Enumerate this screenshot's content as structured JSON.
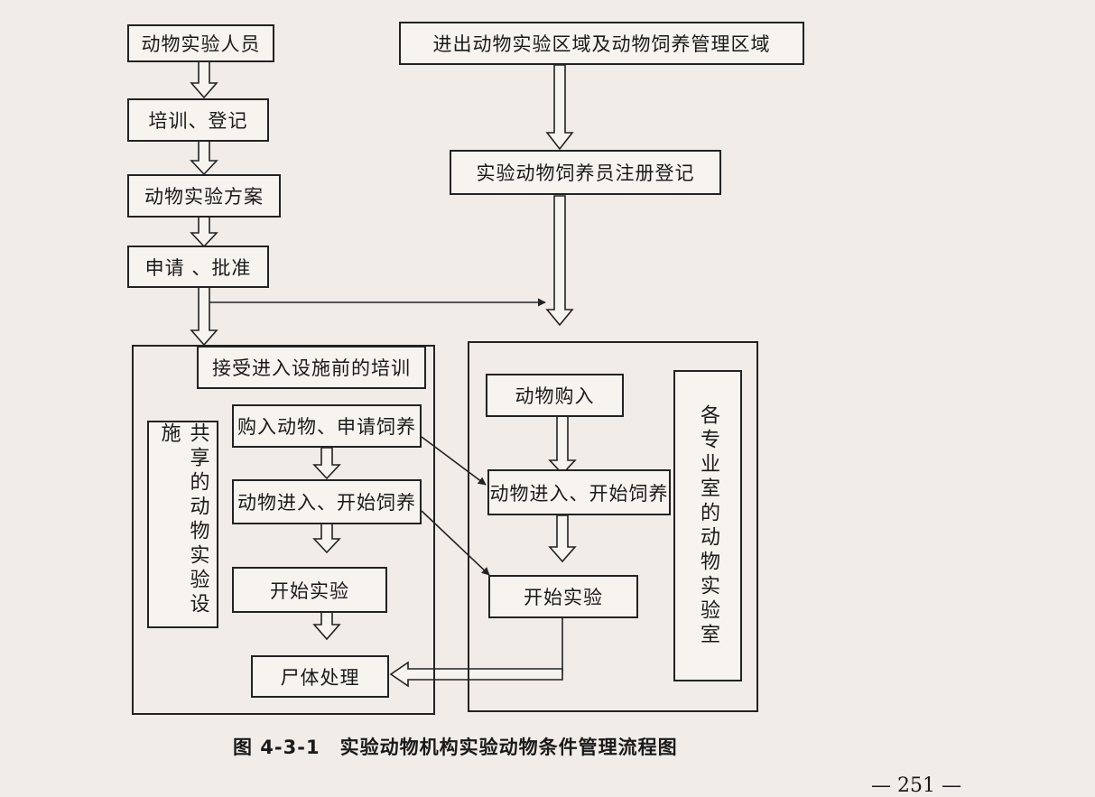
{
  "left_column": {
    "personnel": "动物实验人员",
    "training_registration": "培训、登记",
    "protocol": "动物实验方案",
    "apply_approve": "申请 、批准"
  },
  "top_right": {
    "area_management": "进出动物实验区域及动物饲养管理区域",
    "keeper_registration": "实验动物饲养员注册登记"
  },
  "shared_facility": {
    "pre_entry_training": "接受进入设施前的培训",
    "title": "共享的动物实验设施",
    "purchase_apply": "购入动物、申请饲养",
    "enter_start_feeding": "动物进入、开始饲养",
    "start_experiment": "开始实验",
    "carcass_disposal": "尸体处理"
  },
  "departmental_lab": {
    "title": "各专业室的动物实验室",
    "purchase": "动物购入",
    "enter_start_feeding": "动物进入、开始饲养",
    "start_experiment": "开始实验"
  },
  "caption": {
    "label": "图 4-3-1",
    "title": "实验动物机构实验动物条件管理流程图"
  },
  "page_number": "— 251 —"
}
